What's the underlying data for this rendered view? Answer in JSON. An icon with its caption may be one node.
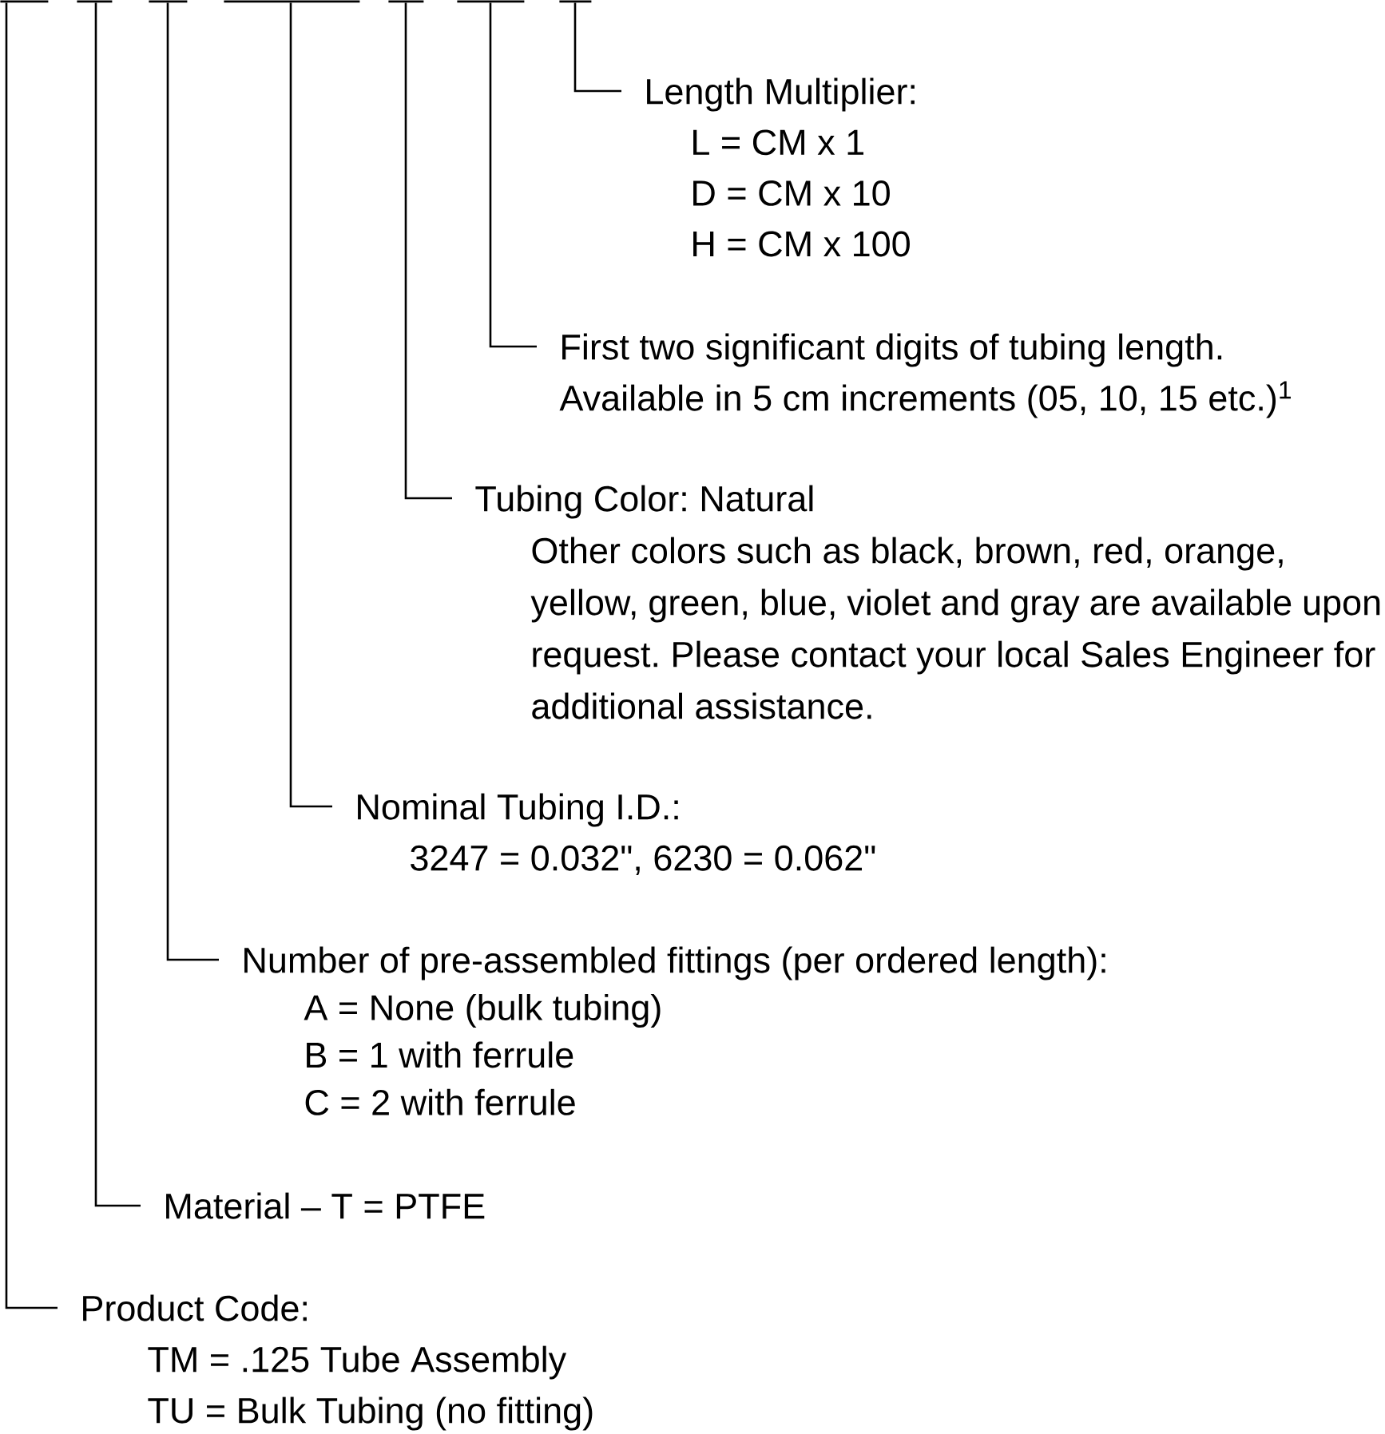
{
  "diagram": {
    "nodes": [
      {
        "text": [],
        "shape": "bar"
      },
      {
        "text": [],
        "shape": "bar"
      },
      {
        "text": [],
        "shape": "bar"
      },
      {
        "text": [],
        "shape": "bar"
      },
      {
        "text": [],
        "shape": "bar"
      },
      {
        "text": [],
        "shape": "bar"
      },
      {
        "text": [],
        "shape": "bar"
      },
      {
        "text": [
          "Length Multiplier:",
          "L = CM x 1",
          "D = CM x 10",
          "H = CM x 100"
        ]
      },
      {
        "text": [
          "First two significant digits of tubing length.",
          "Available in 5 cm increments (05, 10, 15 etc.)$^{1}$"
        ]
      },
      {
        "text": [
          "Tubing Color: Natural",
          "Other colors such as black, brown, red, orange, yellow, green, blue, violet and gray are available upon request. Please contact your local Sales Engineer for additional assistance."
        ]
      },
      {
        "text": [
          "Nominal Tubing I.D.:",
          "3247 = 0.032\",  6230 = 0.062\""
        ]
      },
      {
        "text": [
          "Number of pre-assembled fittings (per ordered length):",
          "A = None (bulk tubing)",
          "B = 1 with ferrule",
          "C = 2 with ferrule"
        ]
      },
      {
        "text": [
          "Material – T = PTFE"
        ]
      },
      {
        "text": [
          "Product Code:",
          "TM = .125 Tube Assembly",
          "TU = Bulk Tubing (no fitting)"
        ]
      }
    ],
    "edges": [
      {
        "from": 7,
        "to": 6,
        "arrow": "none"
      },
      {
        "from": 8,
        "to": 5,
        "arrow": "none"
      },
      {
        "from": 9,
        "to": 4,
        "arrow": "none"
      },
      {
        "from": 10,
        "to": 3,
        "arrow": "none"
      },
      {
        "from": 11,
        "to": 2,
        "arrow": "none"
      },
      {
        "from": 12,
        "to": 1,
        "arrow": "none"
      },
      {
        "from": 13,
        "to": 0,
        "arrow": "none"
      }
    ]
  }
}
